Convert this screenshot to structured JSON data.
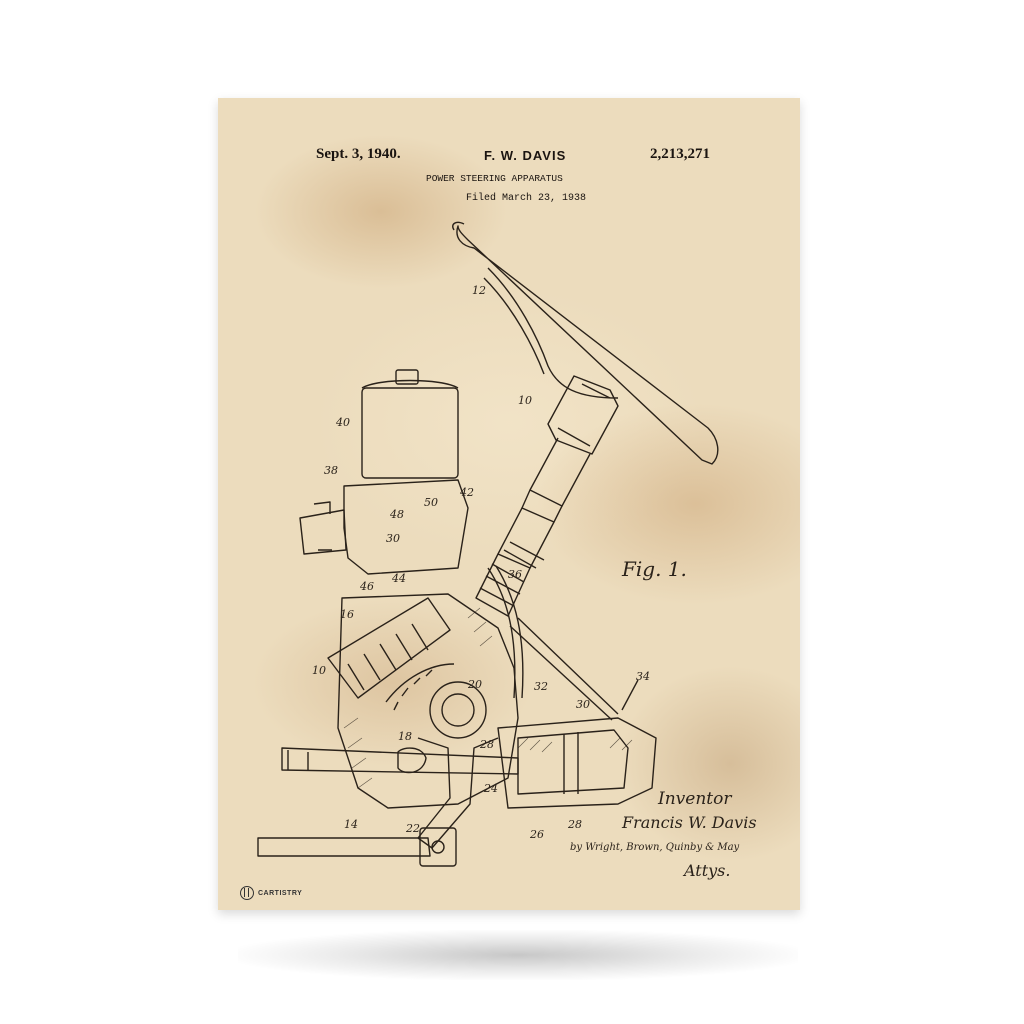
{
  "header": {
    "date": "Sept. 3, 1940.",
    "inventor": "F. W. DAVIS",
    "patent_number": "2,213,271",
    "title": "POWER STEERING APPARATUS",
    "filed": "Filed March 23, 1938"
  },
  "drawing": {
    "figure_label": "Fig. 1.",
    "part_labels": [
      "12",
      "10",
      "40",
      "38",
      "42",
      "50",
      "48",
      "30",
      "46",
      "44",
      "36",
      "16",
      "10",
      "20",
      "32",
      "34",
      "30",
      "18",
      "28",
      "24",
      "14",
      "22",
      "26",
      "28"
    ]
  },
  "signature": {
    "line1": "Inventor",
    "line2": "Francis W. Davis",
    "line3": "by Wright, Brown, Quinby & May",
    "line4": "Attys."
  },
  "brand": {
    "name": "CARTISTRY"
  }
}
